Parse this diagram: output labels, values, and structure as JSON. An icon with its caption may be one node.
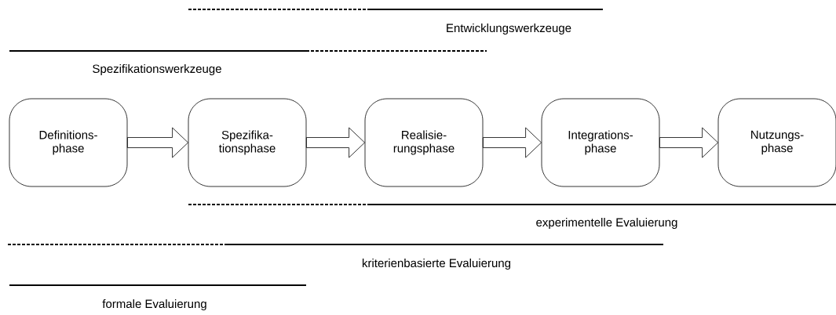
{
  "diagram": {
    "nodes": [
      {
        "text": [
          "Definitions- phase"
        ]
      },
      {
        "text": [
          "Spezifika- tionsphase"
        ]
      },
      {
        "text": [
          "Realisie- rungsphase"
        ]
      },
      {
        "text": [
          "Integrations- phase"
        ]
      },
      {
        "text": [
          "Nutzungs- phase"
        ]
      }
    ],
    "edges": [
      {
        "from": 0,
        "to": 1,
        "arrow": "to"
      },
      {
        "from": 1,
        "to": 2,
        "arrow": "to"
      },
      {
        "from": 2,
        "to": 3,
        "arrow": "to"
      },
      {
        "from": 3,
        "to": 4,
        "arrow": "to"
      }
    ],
    "labels": [
      "Entwicklungswerkzeuge",
      "Spezifikationswerkzeuge",
      "experimentelle Evaluierung",
      "kriterienbasierte Evaluierung",
      "formale Evaluierung"
    ]
  }
}
